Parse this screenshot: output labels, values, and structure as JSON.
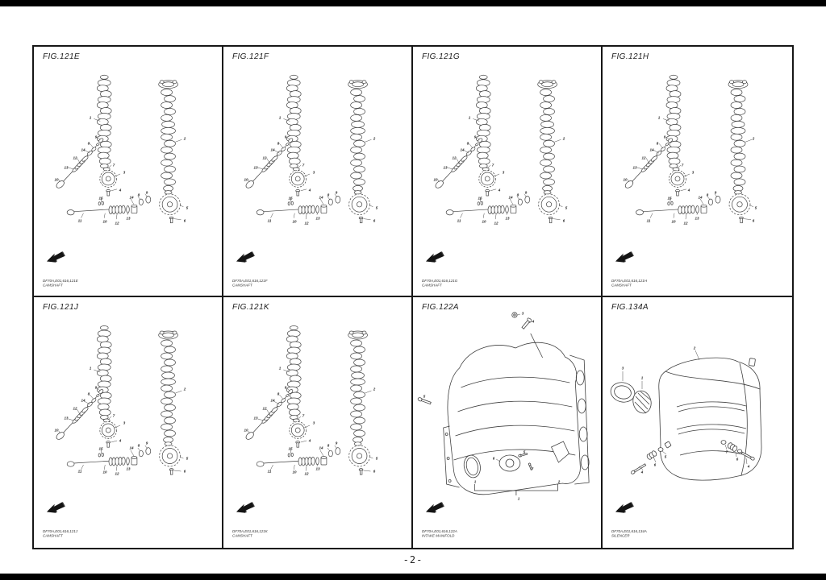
{
  "page_number": "-2-",
  "colors": {
    "ink": "#161616",
    "line": "#404040",
    "paper": "#ffffff"
  },
  "icons": {
    "direction": "fwd-arrow-icon"
  },
  "panels": [
    {
      "id": "121E",
      "fig": "FIG.121E",
      "code": "DF70A,E01,616,121E",
      "caption": "CAMSHAFT",
      "diagram": "camshaft-exploded",
      "callouts": [
        "1",
        "2",
        "3",
        "4",
        "7",
        "9",
        "8",
        "14",
        "12",
        "13",
        "10",
        "11",
        "15",
        "10",
        "12",
        "13",
        "14",
        "8",
        "9",
        "5",
        "6"
      ]
    },
    {
      "id": "121F",
      "fig": "FIG.121F",
      "code": "DF70A,E01,616,121F",
      "caption": "CAMSHAFT",
      "diagram": "camshaft-exploded",
      "callouts": [
        "1",
        "2",
        "3",
        "4",
        "7",
        "9",
        "8",
        "14",
        "12",
        "13",
        "10",
        "11",
        "15",
        "10",
        "12",
        "13",
        "14",
        "8",
        "9",
        "5",
        "6"
      ]
    },
    {
      "id": "121G",
      "fig": "FIG.121G",
      "code": "DF70A,E01,616,121G",
      "caption": "CAMSHAFT",
      "diagram": "camshaft-exploded",
      "callouts": [
        "1",
        "2",
        "3",
        "4",
        "7",
        "9",
        "8",
        "14",
        "12",
        "13",
        "10",
        "11",
        "15",
        "10",
        "12",
        "13",
        "14",
        "8",
        "9",
        "5",
        "6"
      ]
    },
    {
      "id": "121H",
      "fig": "FIG.121H",
      "code": "DF70A,E01,616,121H",
      "caption": "CAMSHAFT",
      "diagram": "camshaft-exploded",
      "callouts": [
        "1",
        "2",
        "3",
        "4",
        "7",
        "9",
        "8",
        "14",
        "12",
        "13",
        "10",
        "11",
        "15",
        "10",
        "12",
        "13",
        "14",
        "8",
        "9",
        "5",
        "6"
      ]
    },
    {
      "id": "121J",
      "fig": "FIG.121J",
      "code": "DF70A,E01,616,121J",
      "caption": "CAMSHAFT",
      "diagram": "camshaft-exploded",
      "callouts": [
        "1",
        "2",
        "3",
        "4",
        "7",
        "9",
        "8",
        "14",
        "12",
        "13",
        "10",
        "11",
        "15",
        "10",
        "12",
        "13",
        "14",
        "8",
        "9",
        "5",
        "6"
      ]
    },
    {
      "id": "121K",
      "fig": "FIG.121K",
      "code": "DF70A,E01,616,121K",
      "caption": "CAMSHAFT",
      "diagram": "camshaft-exploded",
      "callouts": [
        "1",
        "2",
        "3",
        "4",
        "7",
        "9",
        "8",
        "14",
        "12",
        "13",
        "10",
        "11",
        "15",
        "10",
        "12",
        "13",
        "14",
        "8",
        "9",
        "5",
        "6"
      ]
    },
    {
      "id": "122A",
      "fig": "FIG.122A",
      "code": "DF70A,E01,616,122A",
      "caption": "INTAKE MANIFOLD",
      "diagram": "intake-manifold-exploded",
      "callouts": [
        "3",
        "4",
        "5",
        "6",
        "5",
        "7",
        "1",
        "2",
        "1"
      ]
    },
    {
      "id": "134A",
      "fig": "FIG.134A",
      "code": "DF70A,E01,616,134A",
      "caption": "SILENCER",
      "diagram": "silencer-exploded",
      "callouts": [
        "2",
        "3",
        "1",
        "5",
        "6",
        "4",
        "7",
        "6",
        "4"
      ]
    }
  ]
}
